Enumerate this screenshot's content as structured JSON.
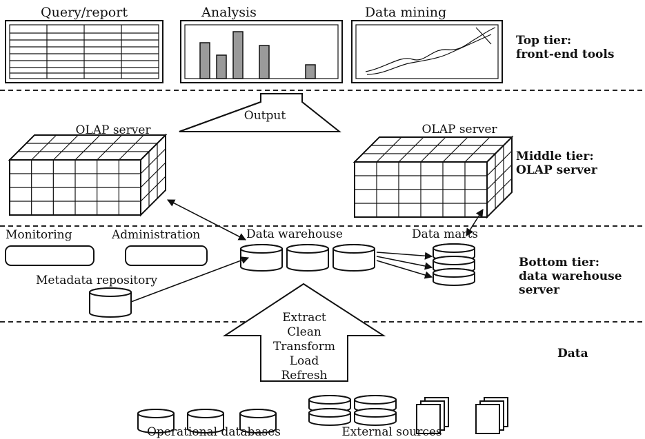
{
  "top_tools": {
    "query_report": "Query/report",
    "analysis": "Analysis",
    "data_mining": "Data mining"
  },
  "tiers": {
    "top_line1": "Top tier:",
    "top_line2": "front-end tools",
    "middle_line1": "Middle tier:",
    "middle_line2": "OLAP server",
    "bottom_line1": "Bottom tier:",
    "bottom_line2": "data warehouse",
    "bottom_line3": "server",
    "data": "Data"
  },
  "middle": {
    "output": "Output",
    "olap_left": "OLAP server",
    "olap_right": "OLAP server"
  },
  "bottom": {
    "monitoring": "Monitoring",
    "administration": "Administration",
    "data_warehouse": "Data warehouse",
    "data_marts": "Data marts",
    "metadata_repository": "Metadata repository"
  },
  "etl": {
    "steps": [
      "Extract",
      "Clean",
      "Transform",
      "Load",
      "Refresh"
    ]
  },
  "sources": {
    "operational_databases": "Operational databases",
    "external_sources": "External sources"
  },
  "colors": {
    "ink": "#111111",
    "bar_fill": "#9a9a9a",
    "background": "#ffffff"
  }
}
